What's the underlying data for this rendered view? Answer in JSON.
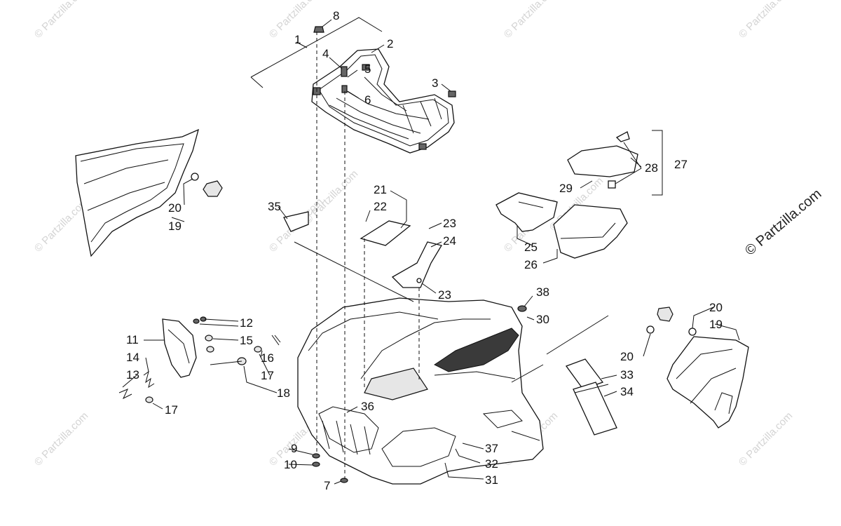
{
  "watermarks": {
    "corner_text": "© Partzilla.com",
    "side_text": "© Partzilla.com"
  },
  "callouts": {
    "c1": "1",
    "c2": "2",
    "c3": "3",
    "c4": "4",
    "c5": "5",
    "c6": "6",
    "c7": "7",
    "c8": "8",
    "c9": "9",
    "c10": "10",
    "c11": "11",
    "c12": "12",
    "c13": "13",
    "c14": "14",
    "c15": "15",
    "c16": "16",
    "c17a": "17",
    "c17b": "17",
    "c18": "18",
    "c19a": "19",
    "c19b": "19",
    "c20a": "20",
    "c20b": "20",
    "c20c": "20",
    "c21": "21",
    "c22": "22",
    "c23a": "23",
    "c23b": "23",
    "c24": "24",
    "c25": "25",
    "c26": "26",
    "c27": "27",
    "c28": "28",
    "c29": "29",
    "c30": "30",
    "c31": "31",
    "c32": "32",
    "c33": "33",
    "c34": "34",
    "c35": "35",
    "c36": "36",
    "c37": "37",
    "c38": "38"
  },
  "colors": {
    "line": "#111111",
    "watermark": "#d4d4d4",
    "decal_dark": "#333333"
  }
}
